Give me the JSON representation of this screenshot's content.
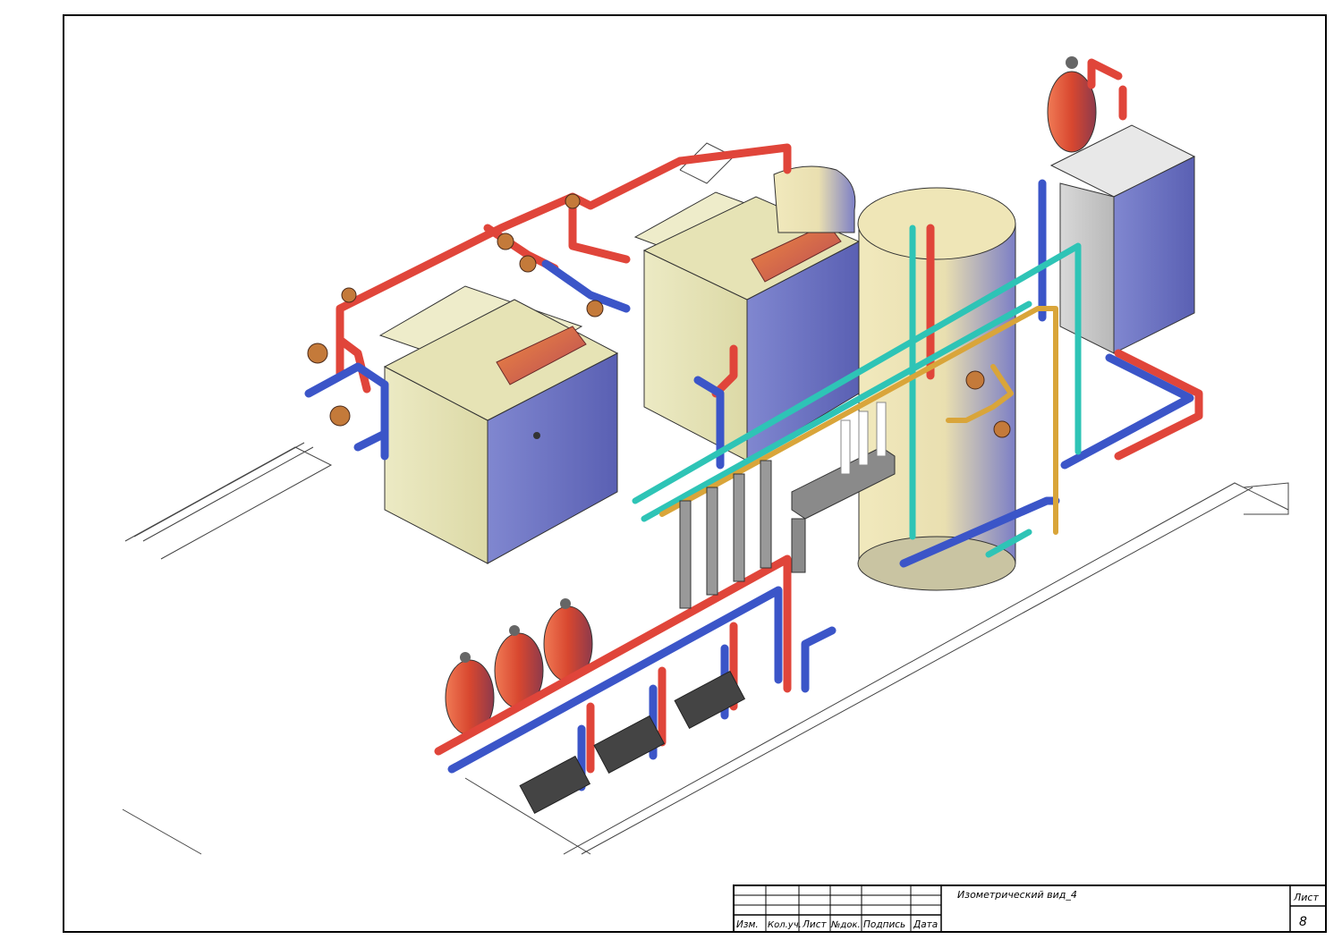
{
  "drawing": {
    "view_title": "Изометрический вид_4",
    "sheet_label": "Лист",
    "sheet_number": "8"
  },
  "title_block": {
    "columns": [
      "Изм.",
      "Кол.уч.",
      "Лист",
      "№док.",
      "Подпись",
      "Дата"
    ]
  },
  "colors": {
    "supply_pipe": "#e0453a",
    "return_pipe": "#3b55c8",
    "cold_water_pipe": "#2ec4b6",
    "gas_pipe": "#d9a53a",
    "boiler_body": "#e8e6bb",
    "boiler_side": "#6c72c2",
    "tank_body": "#efe6b4",
    "expansion_vessel": "#e0503a",
    "frame": "#000000"
  }
}
